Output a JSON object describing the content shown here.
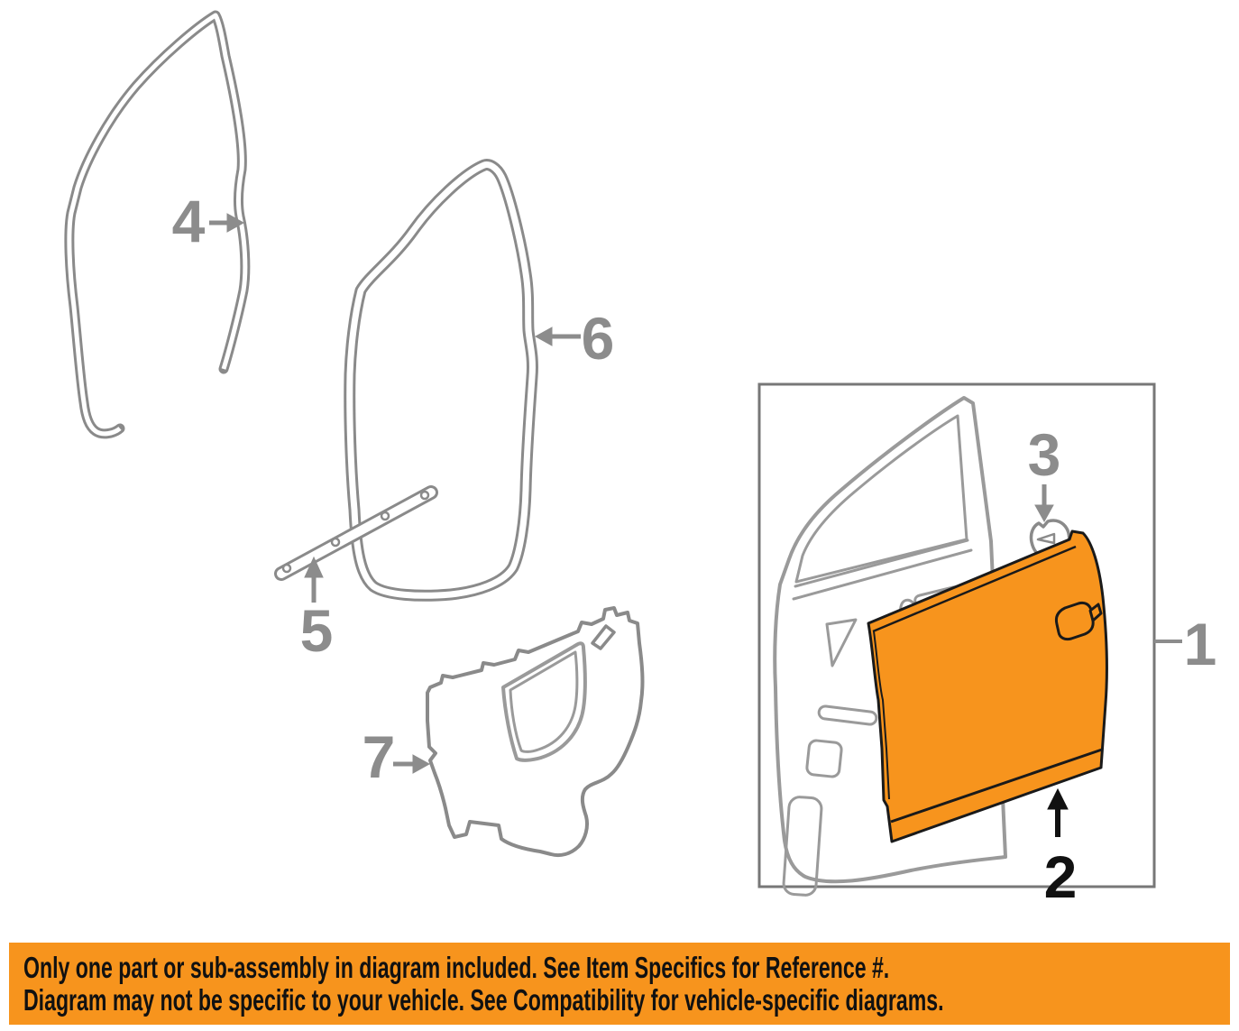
{
  "colors": {
    "highlight_orange": "#F7941D",
    "banner_background": "#F7941D",
    "banner_text": "#111111",
    "diagram_line_gray": "#8A8A8A",
    "callout_gray": "#8C8C8C",
    "callout_black": "#111111",
    "inset_box_border": "#777777",
    "panel_outline_black": "#1A1A1A",
    "background": "#FFFFFF"
  },
  "callouts": {
    "part1": {
      "label": "1"
    },
    "part2": {
      "label": "2"
    },
    "part3": {
      "label": "3"
    },
    "part4": {
      "label": "4"
    },
    "part5": {
      "label": "5"
    },
    "part6": {
      "label": "6"
    },
    "part7": {
      "label": "7"
    }
  },
  "banner": {
    "line1": "Only one part or sub-assembly in diagram included. See Item Specifics for Reference #.",
    "line2": "Diagram may not be specific to your vehicle. See Compatibility for vehicle-specific diagrams."
  }
}
